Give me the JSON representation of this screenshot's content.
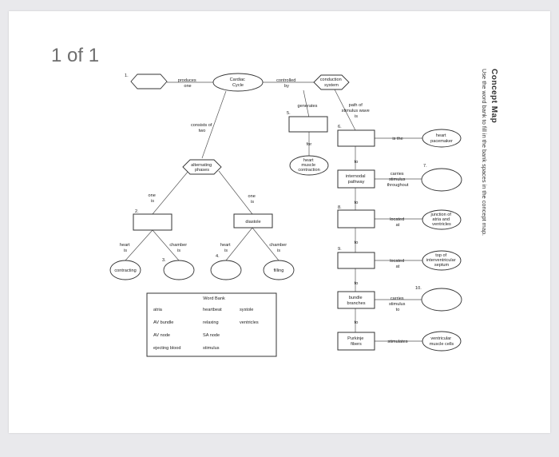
{
  "page_indicator": "1 of 1",
  "sidebar": {
    "title": "Concept Map",
    "subtitle": "Use the word bank to fill in the bank spaces in the concept map."
  },
  "nodes": {
    "cardiac_cycle": [
      "Cardiac",
      "Cycle"
    ],
    "conduction_system": [
      "conduction",
      "system"
    ],
    "alternating_phases": [
      "alternating",
      "phases"
    ],
    "diastole": "diastole",
    "contracting": "contracting",
    "filling": "filling",
    "heart_muscle_contraction": [
      "heart",
      "muscle",
      "contraction"
    ],
    "internodal_pathway": [
      "internodal",
      "pathway"
    ],
    "bundle_branches": [
      "bundle",
      "branches"
    ],
    "purkinje_fibers": [
      "Purkinje",
      "fibers"
    ],
    "heart_pacemaker": [
      "heart",
      "pacemaker"
    ],
    "junction": [
      "junction of",
      "atria and",
      "ventricles"
    ],
    "top_septum": [
      "top of",
      "interventricular",
      "septum"
    ],
    "ventricular_cells": [
      "ventricular",
      "muscle cells"
    ]
  },
  "links": {
    "produces_one": [
      "produces",
      "one"
    ],
    "controlled_by": [
      "controlled",
      "by"
    ],
    "generates": "generates",
    "path_of_stimulus": [
      "path of",
      "stimulus wave",
      "is"
    ],
    "consists_of_two": [
      "consists of",
      "two"
    ],
    "for": "for",
    "is_the": "is the",
    "to": "to",
    "carries_throughout": [
      "carries",
      "stimulus",
      "throughout"
    ],
    "located_at": [
      "located",
      "at"
    ],
    "carries_to": [
      "carries",
      "stimulus",
      "to"
    ],
    "stimulates": "stimulates",
    "one_is": [
      "one",
      "is"
    ],
    "heart_is": [
      "heart",
      "is"
    ],
    "chamber_is": [
      "chamber",
      "is"
    ]
  },
  "blanks": [
    "1.",
    "2.",
    "3.",
    "4.",
    "5.",
    "6.",
    "7.",
    "8.",
    "9.",
    "10."
  ],
  "word_bank": {
    "title": "Word Bank",
    "columns": [
      [
        "atria",
        "AV bundle",
        "AV node",
        "ejecting blood"
      ],
      [
        "heartbeat",
        "relaxing",
        "SA node",
        "stimulus"
      ],
      [
        "systole",
        "ventricles"
      ]
    ]
  }
}
